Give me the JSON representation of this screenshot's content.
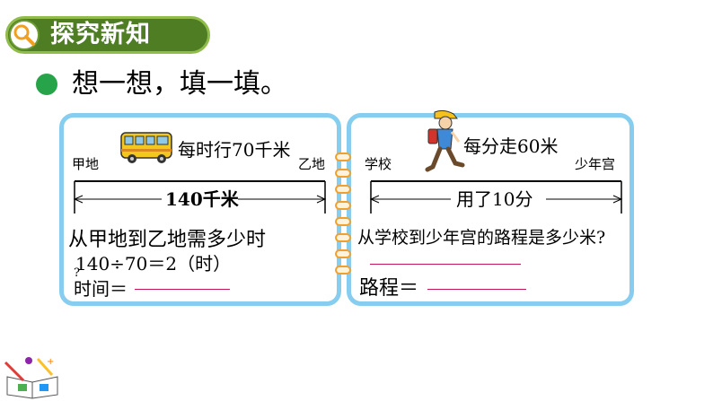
{
  "header": {
    "badge_label": "探究新知",
    "badge_icon": "magnifier-icon",
    "badge_color": "#4e7d24"
  },
  "prompt": {
    "text": "想一想，填一填。",
    "bullet_color": "#27a349"
  },
  "left_card": {
    "vehicle_icon": "minibus-icon",
    "speed_text": "每时行70千米",
    "start_label": "甲地",
    "end_label": "乙地",
    "distance_label": "140千米",
    "question": "从甲地到乙地需多少时",
    "computation": "140÷70＝2（时）",
    "stray_mark": "?",
    "answer_label": "时间＝"
  },
  "right_card": {
    "person_icon": "walking-student-icon",
    "speed_text": "每分走60米",
    "start_label": "学校",
    "end_label": "少年宫",
    "time_label": "用了10分",
    "question": "从学校到少年宫的路程是多少米?",
    "answer_label": "路程＝"
  },
  "decoration": {
    "icon": "math-book-icon"
  }
}
